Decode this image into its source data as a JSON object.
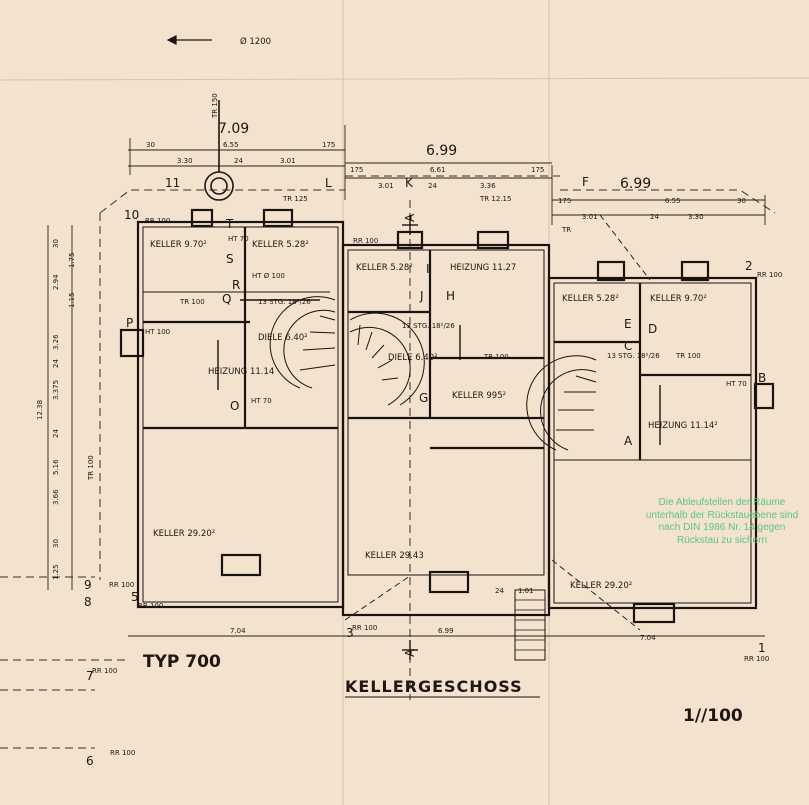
{
  "title": "KELLERGESCHOSS",
  "type_label": "TYP  700",
  "scale": "1//100",
  "pipe_label": "Ø 1200",
  "note": "Die Ableufstellen der Räume unterhalb der Rückstauebene sind nach DIN 1986 Nr. 14 gegen Rückstau zu sichern",
  "dims": {
    "left_total": "7.09",
    "mid_total": "6.99",
    "right_total": "6.99",
    "left_parts": [
      "30",
      "6.55",
      "175"
    ],
    "left_sub": [
      "3.30",
      "24",
      "3.01"
    ],
    "mid_parts": [
      "175",
      "6.61",
      "175"
    ],
    "mid_sub": [
      "3.01",
      "24",
      "3.36"
    ],
    "right_parts": [
      "175",
      "6.55",
      "30"
    ],
    "right_sub": [
      "3.01",
      "24",
      "3.30"
    ],
    "bottom": [
      "7.04",
      "6.99",
      "7.04"
    ],
    "bottom_small": [
      "24",
      "1.01"
    ],
    "vertical_left": [
      "30",
      "1.75",
      "2.94",
      "1.15",
      "3.26",
      "24",
      "3.375",
      "24",
      "5.16",
      "3.66",
      "30",
      "1.25"
    ],
    "vertical_total": "12.38",
    "tr_vertical": "TR 100",
    "tr_top": "TR 150"
  },
  "rooms": {
    "left": [
      {
        "name": "KELLER 9.70²"
      },
      {
        "name": "KELLER 5.28²"
      },
      {
        "name": "DIELE 6.40²"
      },
      {
        "name": "HEIZUNG 11.14"
      },
      {
        "name": "KELLER 29.20²"
      },
      {
        "name": "13 STG. 18²/26"
      }
    ],
    "middle": [
      {
        "name": "KELLER 5.28²"
      },
      {
        "name": "HEIZUNG 11.27"
      },
      {
        "name": "DIELE 6.40²"
      },
      {
        "name": "KELLER 995²"
      },
      {
        "name": "KELLER 29.43"
      },
      {
        "name": "13 STG. 18²/26"
      }
    ],
    "right": [
      {
        "name": "KELLER 5.28²"
      },
      {
        "name": "KELLER 9.70²"
      },
      {
        "name": "HEIZUNG 11.14²"
      },
      {
        "name": "KELLER 29.20²"
      },
      {
        "name": "13 STG. 18²/26"
      }
    ]
  },
  "markers": [
    "10",
    "11",
    "L",
    "K",
    "F",
    "2",
    "P",
    "S",
    "R",
    "T",
    "Q",
    "O",
    "H",
    "I",
    "J",
    "G",
    "E",
    "C",
    "D",
    "B",
    "A",
    "5",
    "9",
    "8",
    "3",
    "7",
    "6",
    "1"
  ],
  "pipe_tags": [
    "RR 100",
    "TR 100",
    "TR 125",
    "TR 12.15",
    "TR",
    "HT 70",
    "HT 100",
    "HT Ø 100"
  ]
}
